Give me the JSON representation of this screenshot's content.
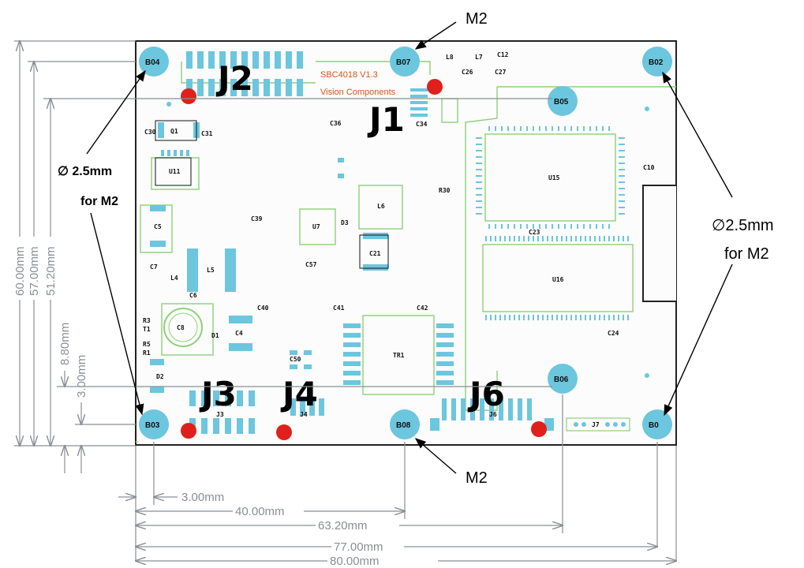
{
  "callouts": {
    "m2_top": "M2",
    "m2_bottom": "M2",
    "left_hole_line1": "∅ 2.5mm",
    "left_hole_line2": "for M2",
    "right_hole_line1": "∅2.5mm",
    "right_hole_line2": "for M2"
  },
  "connectors": {
    "j1": "J1",
    "j2": "J2",
    "j3": "J3",
    "j4": "J4",
    "j6": "J6",
    "j3_small": "J3",
    "j4_small": "J4",
    "j6_small": "J6",
    "j7_small": "J7"
  },
  "mounting_holes": {
    "b02": "B02",
    "b03": "B03",
    "b04": "B04",
    "b05": "B05",
    "b06": "B06",
    "b07": "B07",
    "b08": "B08",
    "b01": "B0"
  },
  "board": {
    "model": "SBC4018  V1.3",
    "maker": "Vision Components"
  },
  "dimensions": {
    "h60": "60.00mm",
    "h57": "57.00mm",
    "h51": "51.20mm",
    "h8_8": "8.80mm",
    "h3": "3.00mm",
    "w3": "3.00mm",
    "w40": "40.00mm",
    "w63": "63.20mm",
    "w77": "77.00mm",
    "w80": "80.00mm"
  },
  "components": {
    "u15": "U15",
    "u16": "U16",
    "c23": "C23",
    "c24": "C24",
    "c10": "C10",
    "tr1": "TR1",
    "u7": "U7",
    "l6": "L6",
    "l5": "L5",
    "c8": "C8",
    "u11": "U11",
    "q1": "Q1",
    "c5": "C5",
    "c4": "C4",
    "d1": "D1",
    "l8": "L8",
    "l7": "L7",
    "c26": "C26",
    "c27": "C27",
    "c12": "C12",
    "c36": "C36",
    "c40": "C40",
    "c41": "C41",
    "c42": "C42",
    "c34": "C34",
    "c21": "C21",
    "c57": "C57",
    "r30": "R30",
    "c30": "C30",
    "c31": "C31",
    "c6": "C6",
    "c7": "C7",
    "l4": "L4",
    "d2": "D2",
    "d3": "D3",
    "c50": "C50",
    "c39": "C39",
    "r3": "R3",
    "t1": "T1",
    "r5": "R5",
    "r1": "R1"
  },
  "colors": {
    "hole": "#6cc6de",
    "pad": "#6cc6de",
    "trace": "#8fd07a",
    "board_edge": "#222222",
    "marker": "#e0201c",
    "label_red": "#d8541e"
  }
}
